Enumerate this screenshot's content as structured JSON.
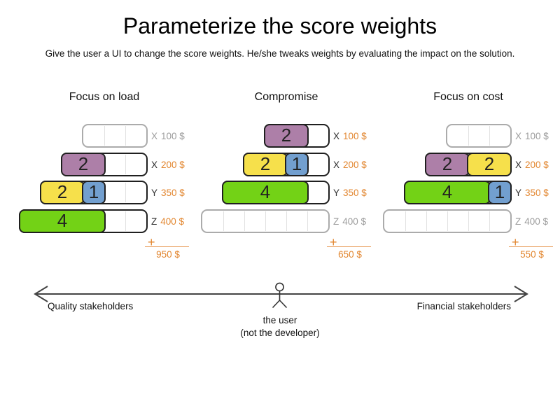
{
  "slide": {
    "title": "Parameterize the score weights",
    "subtitle": "Give the user a UI to change the score weights. He/she tweaks weights by evaluating the impact on the solution."
  },
  "palette": {
    "plum": "#ad7fa8",
    "yellow": "#f6e04b",
    "blue": "#729fcf",
    "green": "#73d216",
    "orange": "#e2862f",
    "inactive_text": "#9c9c9c",
    "arrow": "#444444"
  },
  "columns": [
    {
      "title": "Focus on load",
      "plus": "+",
      "total": "950 $",
      "rows": [
        {
          "letter": "X",
          "amount": "100 $",
          "active": false,
          "cells": 3,
          "blocks": []
        },
        {
          "letter": "X",
          "amount": "200 $",
          "active": true,
          "cells": 4,
          "blocks": [
            {
              "value": "2",
              "span": 2,
              "color": "plum"
            }
          ]
        },
        {
          "letter": "Y",
          "amount": "350 $",
          "active": true,
          "cells": 5,
          "blocks": [
            {
              "value": "2",
              "span": 2,
              "color": "yellow"
            },
            {
              "value": "1",
              "span": 1,
              "color": "blue"
            }
          ]
        },
        {
          "letter": "Z",
          "amount": "400 $",
          "active": true,
          "cells": 6,
          "blocks": [
            {
              "value": "4",
              "span": 4,
              "color": "green"
            }
          ]
        }
      ]
    },
    {
      "title": "Compromise",
      "plus": "+",
      "total": "650 $",
      "rows": [
        {
          "letter": "X",
          "amount": "100 $",
          "active": true,
          "cells": 3,
          "blocks": [
            {
              "value": "2",
              "span": 2,
              "color": "plum"
            }
          ]
        },
        {
          "letter": "X",
          "amount": "200 $",
          "active": true,
          "cells": 4,
          "blocks": [
            {
              "value": "2",
              "span": 2,
              "color": "yellow"
            },
            {
              "value": "1",
              "span": 1,
              "color": "blue"
            }
          ]
        },
        {
          "letter": "Y",
          "amount": "350 $",
          "active": true,
          "cells": 5,
          "blocks": [
            {
              "value": "4",
              "span": 4,
              "color": "green"
            }
          ]
        },
        {
          "letter": "Z",
          "amount": "400 $",
          "active": false,
          "cells": 6,
          "blocks": []
        }
      ]
    },
    {
      "title": "Focus on cost",
      "plus": "+",
      "total": "550 $",
      "rows": [
        {
          "letter": "X",
          "amount": "100 $",
          "active": false,
          "cells": 3,
          "blocks": []
        },
        {
          "letter": "X",
          "amount": "200 $",
          "active": true,
          "cells": 4,
          "blocks": [
            {
              "value": "2",
              "span": 2,
              "color": "plum"
            },
            {
              "value": "2",
              "span": 2,
              "color": "yellow"
            }
          ]
        },
        {
          "letter": "Y",
          "amount": "350 $",
          "active": true,
          "cells": 5,
          "blocks": [
            {
              "value": "4",
              "span": 4,
              "color": "green"
            },
            {
              "value": "1",
              "span": 1,
              "color": "blue"
            }
          ]
        },
        {
          "letter": "Z",
          "amount": "400 $",
          "active": false,
          "cells": 6,
          "blocks": []
        }
      ]
    }
  ],
  "axis": {
    "left_label": "Quality stakeholders",
    "right_label": "Financial stakeholders",
    "user_label_line1": "the user",
    "user_label_line2": "(not the developer)"
  }
}
